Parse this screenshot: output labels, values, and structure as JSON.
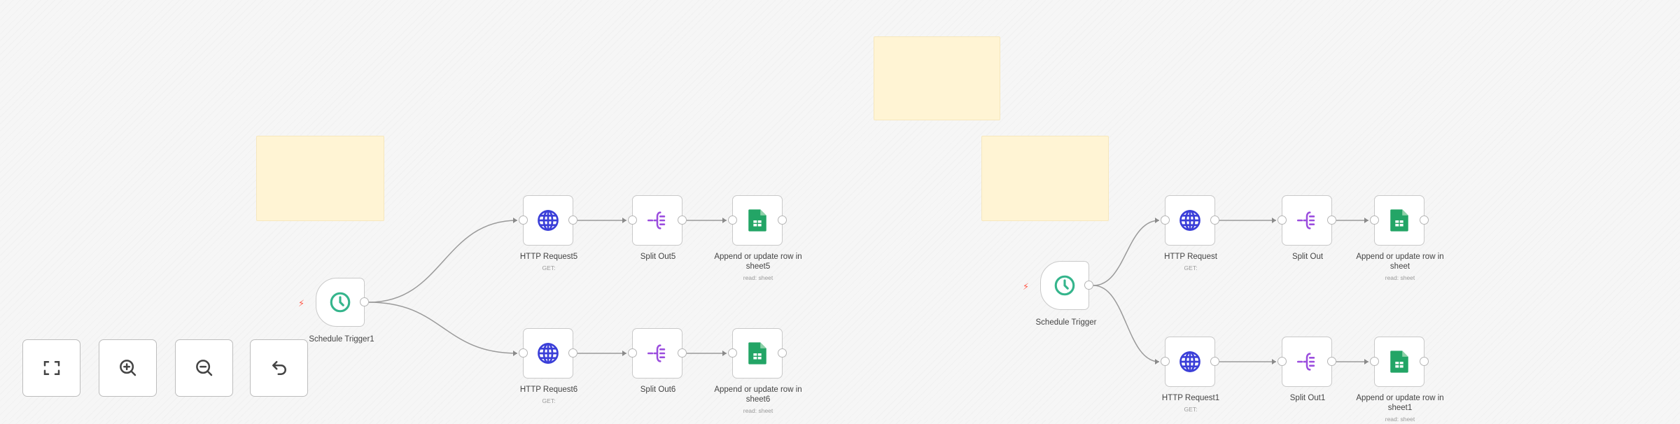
{
  "canvas": {
    "sticky_notes": [
      {
        "text": ""
      },
      {
        "text": ""
      },
      {
        "text": ""
      }
    ],
    "nodes": [
      {
        "id": "t1",
        "name": "Schedule Trigger1",
        "type": "schedule",
        "icon": "clock-icon"
      },
      {
        "id": "h5",
        "name": "HTTP Request5",
        "subtitle": "GET:",
        "type": "http",
        "icon": "globe-icon"
      },
      {
        "id": "s5",
        "name": "Split Out5",
        "type": "split",
        "icon": "split-out-icon"
      },
      {
        "id": "g5",
        "name": "Append or update row in sheet5",
        "subtitle": "read: sheet",
        "type": "sheets",
        "icon": "google-sheets-icon"
      },
      {
        "id": "h6",
        "name": "HTTP Request6",
        "subtitle": "GET:",
        "type": "http",
        "icon": "globe-icon"
      },
      {
        "id": "s6",
        "name": "Split Out6",
        "type": "split",
        "icon": "split-out-icon"
      },
      {
        "id": "g6",
        "name": "Append or update row in sheet6",
        "subtitle": "read: sheet",
        "type": "sheets",
        "icon": "google-sheets-icon"
      },
      {
        "id": "t0",
        "name": "Schedule Trigger",
        "type": "schedule",
        "icon": "clock-icon"
      },
      {
        "id": "h0",
        "name": "HTTP Request",
        "subtitle": "GET:",
        "type": "http",
        "icon": "globe-icon"
      },
      {
        "id": "s0",
        "name": "Split Out",
        "type": "split",
        "icon": "split-out-icon"
      },
      {
        "id": "g0",
        "name": "Append or update row in sheet",
        "subtitle": "read: sheet",
        "type": "sheets",
        "icon": "google-sheets-icon"
      },
      {
        "id": "h1",
        "name": "HTTP Request1",
        "subtitle": "GET:",
        "type": "http",
        "icon": "globe-icon"
      },
      {
        "id": "s1",
        "name": "Split Out1",
        "type": "split",
        "icon": "split-out-icon"
      },
      {
        "id": "g1",
        "name": "Append or update row in sheet1",
        "subtitle": "read: sheet",
        "type": "sheets",
        "icon": "google-sheets-icon"
      }
    ],
    "connections": [
      [
        "t1",
        "h5"
      ],
      [
        "h5",
        "s5"
      ],
      [
        "s5",
        "g5"
      ],
      [
        "t1",
        "h6"
      ],
      [
        "h6",
        "s6"
      ],
      [
        "s6",
        "g6"
      ],
      [
        "t0",
        "h0"
      ],
      [
        "h0",
        "s0"
      ],
      [
        "s0",
        "g0"
      ],
      [
        "t0",
        "h1"
      ],
      [
        "h1",
        "s1"
      ],
      [
        "s1",
        "g1"
      ]
    ]
  },
  "controls": [
    {
      "name": "fit-view",
      "icon": "fit-view-icon"
    },
    {
      "name": "zoom-in",
      "icon": "zoom-in-icon"
    },
    {
      "name": "zoom-out",
      "icon": "zoom-out-icon"
    },
    {
      "name": "reset-zoom",
      "icon": "undo-icon"
    }
  ],
  "colors": {
    "http": "#3b3fd8",
    "split": "#9b4dde",
    "sheets": "#23a566",
    "schedule": "#35b58c",
    "trigger_bolt": "#ff5a4a",
    "sticky": "#fff4d4"
  }
}
